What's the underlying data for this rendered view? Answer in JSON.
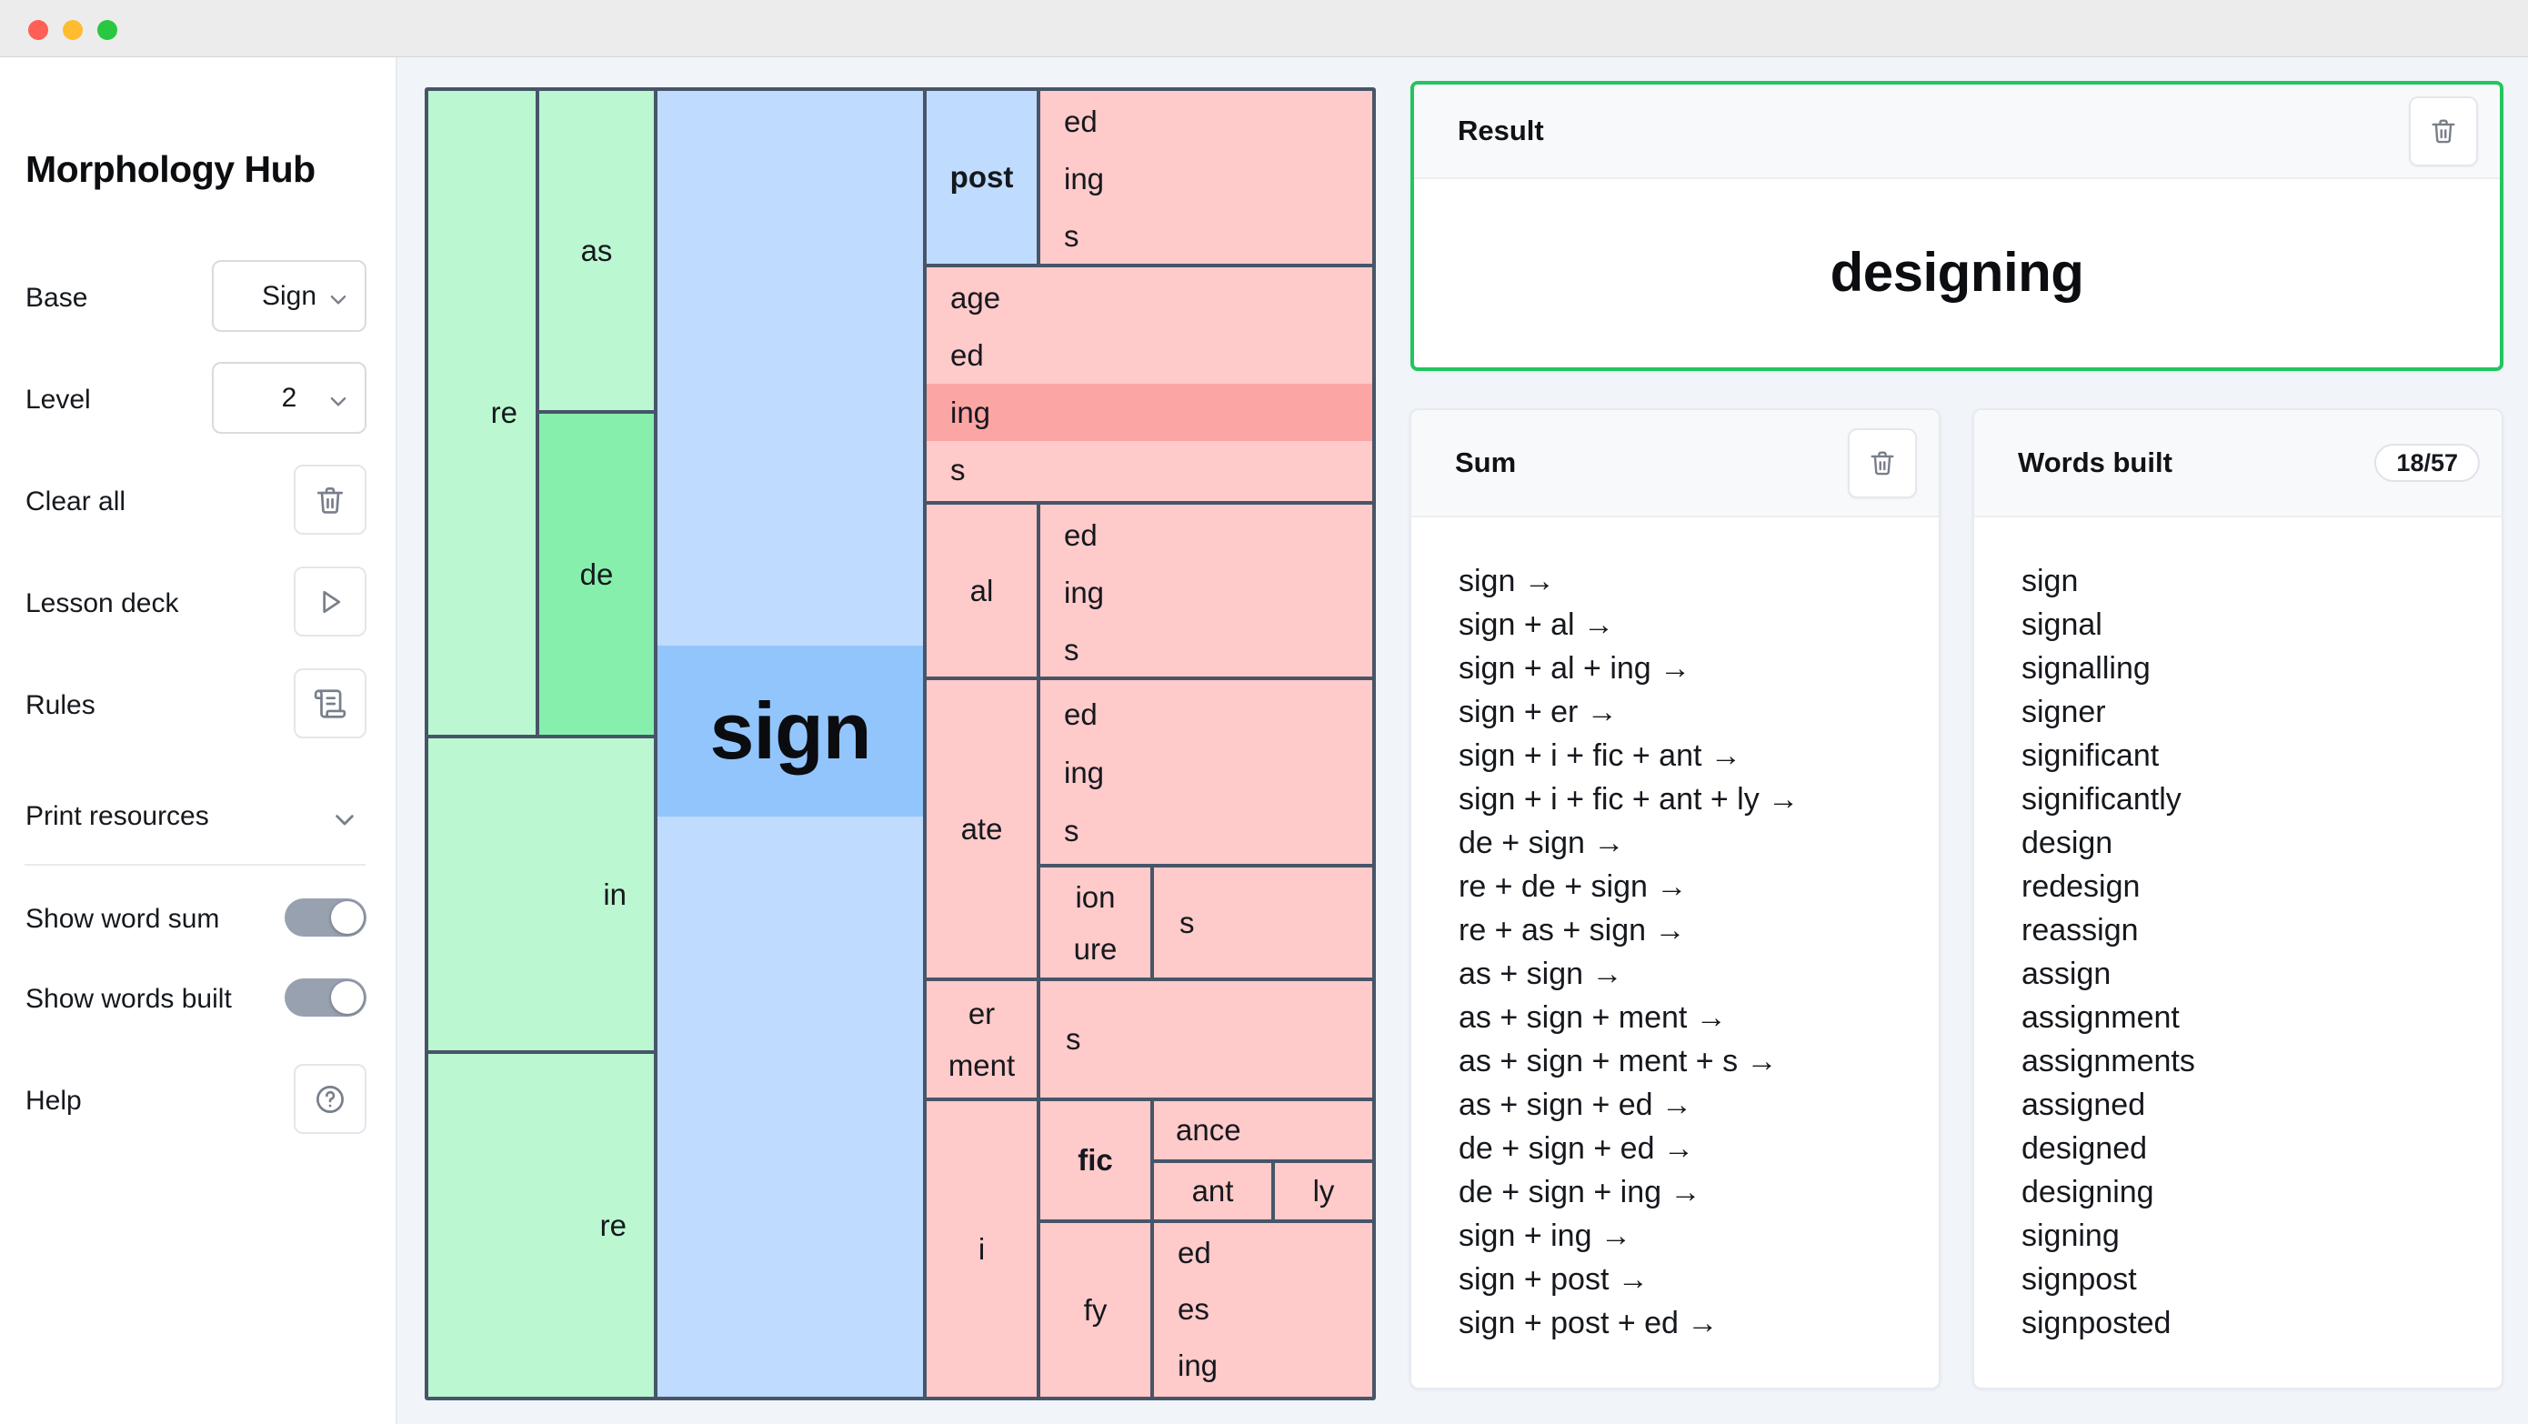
{
  "sidebar": {
    "title": "Morphology Hub",
    "base_label": "Base",
    "base_value": "Sign",
    "level_label": "Level",
    "level_value": "2",
    "clear_all_label": "Clear all",
    "lesson_deck_label": "Lesson deck",
    "rules_label": "Rules",
    "print_resources_label": "Print resources",
    "show_word_sum_label": "Show word sum",
    "show_word_sum_state": "on",
    "show_words_built_label": "Show words built",
    "show_words_built_state": "on",
    "help_label": "Help"
  },
  "matrix": {
    "prefix_re_top": "re",
    "prefix_as": "as",
    "prefix_de": "de",
    "prefix_in": "in",
    "prefix_re_bottom": "re",
    "base": "sign",
    "post": "post",
    "post_suffixes": [
      "ed",
      "ing",
      "s"
    ],
    "vowel_suffix_cell": [
      "age",
      "ed",
      "ing",
      "s"
    ],
    "al": "al",
    "al_suffixes": [
      "ed",
      "ing",
      "s"
    ],
    "ate": "ate",
    "ate_suffixes": [
      "ed",
      "ing",
      "s"
    ],
    "ion": "ion",
    "ure": "ure",
    "ion_s": "s",
    "er": "er",
    "ment": "ment",
    "er_s": "s",
    "i": "i",
    "fic": "fic",
    "ance": "ance",
    "ant": "ant",
    "ly": "ly",
    "fy": "fy",
    "fy_suffixes": [
      "ed",
      "es",
      "ing"
    ],
    "selected_morphemes": [
      "de",
      "sign",
      "ing"
    ]
  },
  "result": {
    "title": "Result",
    "value": "designing"
  },
  "sum": {
    "title": "Sum",
    "items": [
      "sign →",
      "sign + al →",
      "sign + al + ing →",
      "sign + er →",
      "sign + i + fic + ant →",
      "sign + i + fic + ant + ly →",
      "de + sign →",
      "re + de + sign →",
      "re + as + sign →",
      "as + sign →",
      "as + sign + ment →",
      "as + sign + ment + s →",
      "as + sign + ed →",
      "de + sign + ed →",
      "de + sign + ing →",
      "sign + ing →",
      "sign + post →",
      "sign + post + ed →"
    ]
  },
  "words_built": {
    "title": "Words built",
    "badge": "18/57",
    "words": [
      "sign",
      "signal",
      "signalling",
      "signer",
      "significant",
      "significantly",
      "design",
      "redesign",
      "reassign",
      "assign",
      "assignment",
      "assignments",
      "assigned",
      "designed",
      "designing",
      "signing",
      "signpost",
      "signposted"
    ]
  },
  "colors": {
    "accent_green": "#22c55e",
    "prefix_cell": "#bbf7d0",
    "prefix_selected": "#86efac",
    "base_cell": "#bfdbfe",
    "base_selected": "#93c5fd",
    "suffix_cell": "#fecaca",
    "suffix_selected": "#fca5a5",
    "matrix_border": "#475569"
  }
}
